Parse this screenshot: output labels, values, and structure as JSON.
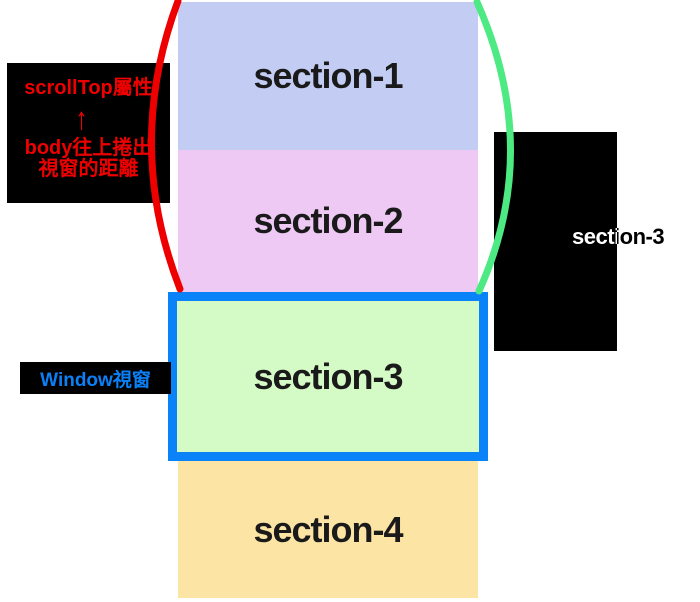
{
  "sections": [
    {
      "label": "section-1",
      "fill": "#c3cdf4"
    },
    {
      "label": "section-2",
      "fill": "#edc9f3"
    },
    {
      "label": "section-3",
      "fill": "#d4fac6"
    },
    {
      "label": "section-4",
      "fill": "#fce4a4"
    }
  ],
  "viewport": {
    "border_color": "#0a82f8"
  },
  "scrolltop_note": {
    "line1": "scrollTop屬性",
    "arrow_glyph": "↑",
    "line2": "body往上捲出",
    "line3": "視窗的距離",
    "text_color": "#ee0000",
    "bg_color": "#000000"
  },
  "window_note": {
    "label": "Window視窗",
    "text_color": "#0b80f6",
    "bg_color": "#000000"
  },
  "right_note": {
    "label": "section-3",
    "text_color": "#ffffff",
    "bg_color": "#000000"
  },
  "braces": {
    "left_color": "#ee0000",
    "right_color": "#4dea84"
  }
}
